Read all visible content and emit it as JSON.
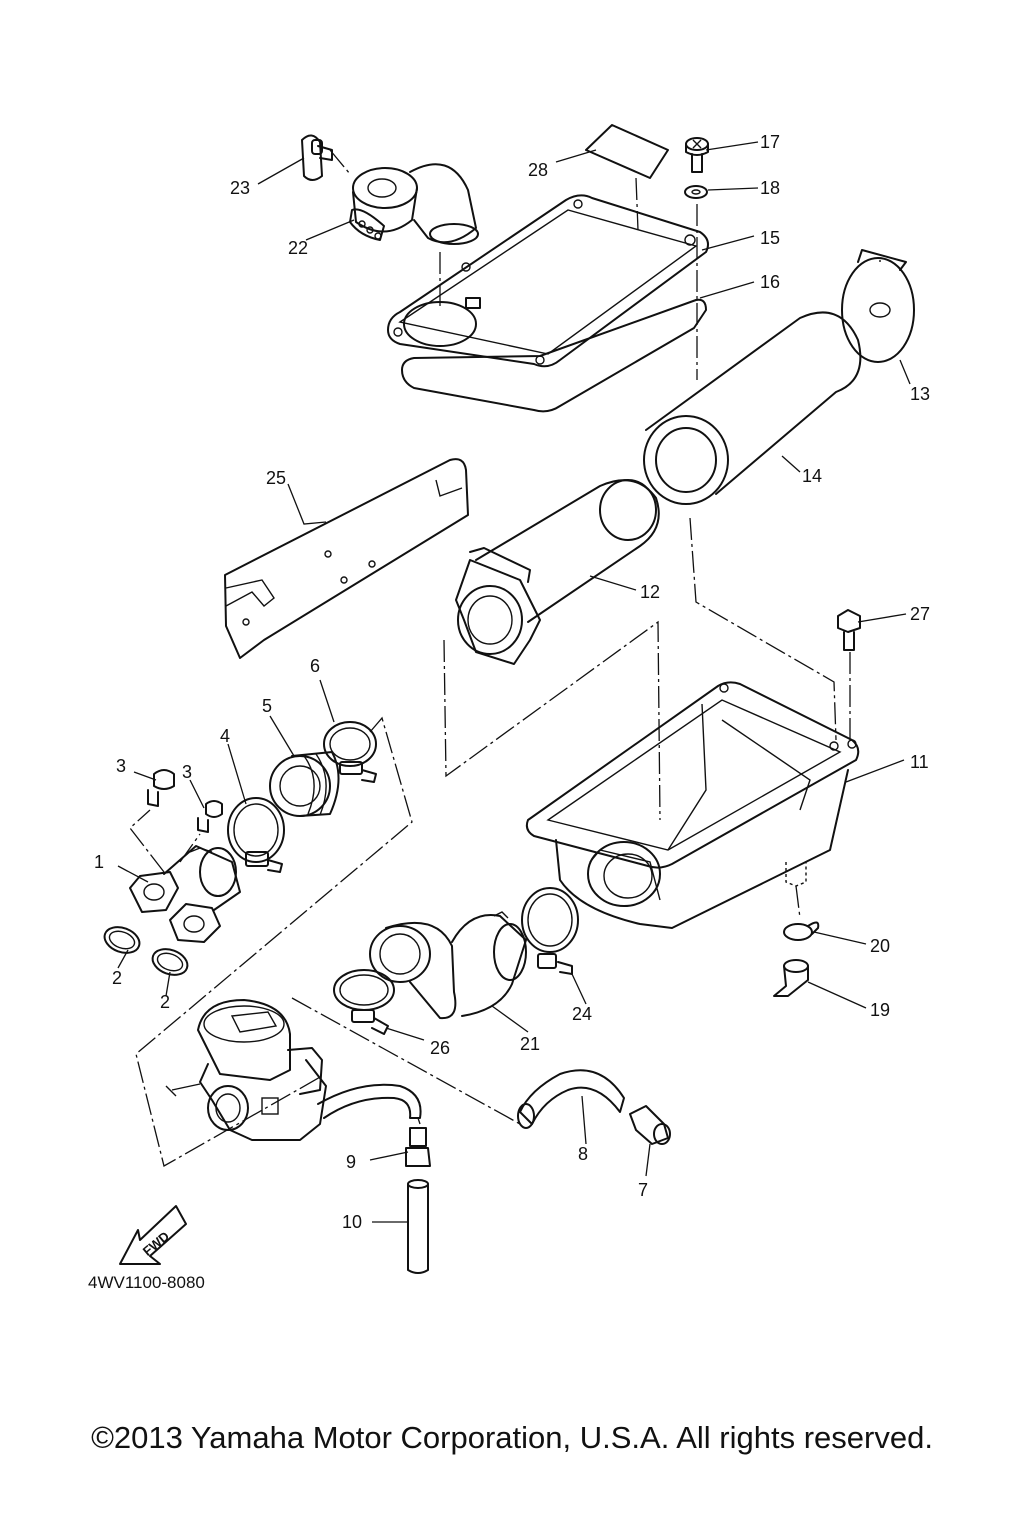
{
  "callouts": [
    {
      "n": "1"
    },
    {
      "n": "2"
    },
    {
      "n": "2"
    },
    {
      "n": "3"
    },
    {
      "n": "3"
    },
    {
      "n": "4"
    },
    {
      "n": "5"
    },
    {
      "n": "6"
    },
    {
      "n": "7"
    },
    {
      "n": "8"
    },
    {
      "n": "9"
    },
    {
      "n": "10"
    },
    {
      "n": "11"
    },
    {
      "n": "12"
    },
    {
      "n": "13"
    },
    {
      "n": "14"
    },
    {
      "n": "15"
    },
    {
      "n": "16"
    },
    {
      "n": "17"
    },
    {
      "n": "18"
    },
    {
      "n": "19"
    },
    {
      "n": "20"
    },
    {
      "n": "21"
    },
    {
      "n": "22"
    },
    {
      "n": "23"
    },
    {
      "n": "24"
    },
    {
      "n": "25"
    },
    {
      "n": "26"
    },
    {
      "n": "27"
    },
    {
      "n": "28"
    }
  ],
  "diagram_code": "4WV1100-8080",
  "fwd_label": "FWD",
  "copyright": "©2013 Yamaha Motor Corporation, U.S.A. All rights reserved."
}
